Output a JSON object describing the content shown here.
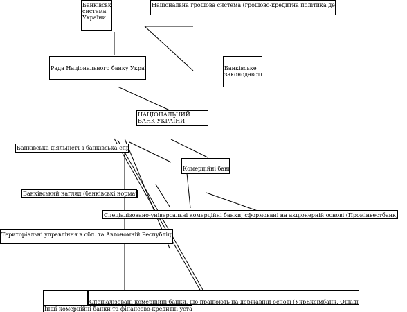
{
  "nodes": {
    "banking_system": "Банківська система України",
    "national_money_system": "Національна грошова система (грошово-кредитна політика держави)",
    "nbu_council": "Рада Національного банку України",
    "banking_legislation": "Банківське законодавство",
    "nbu": "НАЦІОНАЛЬНИЙ БАНК УКРАЇНИ",
    "banking_activity": "Банківська діяльність і банківська справа",
    "commercial_banks": "Комерційні банки",
    "banking_supervision": "Банківський нагляд (банківські нормативи)",
    "universal_banks": "Спеціалізовано-універсальні комерційні банки, сформовані на акціонерній основі (Промінвестбанк, Укрсоцбанк)",
    "territorial_offices": "Територіальні управління в обл. та Автономній Республіці Крим",
    "state_banks": "Спеціалізовані комерційні банки, що працюють на державній основі (УкрЕксімбанк, Ощадний банк)",
    "other_institutions": "Інші комерційні банки та фінансово-кредитні установи"
  },
  "colors": {
    "line": "#000000",
    "box_border": "#000000",
    "background": "#ffffff"
  }
}
